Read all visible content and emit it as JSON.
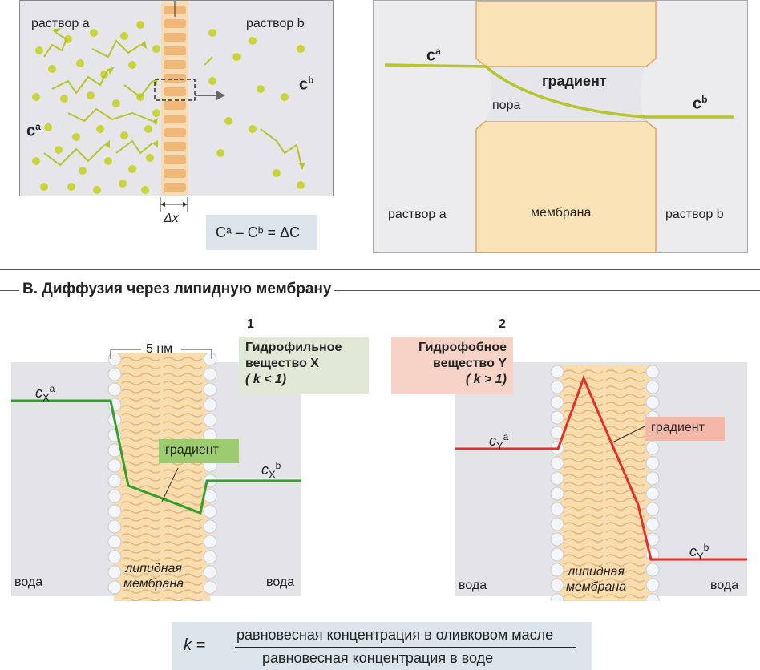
{
  "top_left": {
    "solution_a": "раствор a",
    "solution_b": "раствор b",
    "c_a": "c",
    "c_a_sup": "a",
    "c_b": "c",
    "c_b_sup": "b",
    "delta_x": "Δx",
    "formula": "Cᵃ – Cᵇ = ΔC"
  },
  "top_right": {
    "c_a": "c",
    "c_a_sup": "a",
    "c_b": "c",
    "c_b_sup": "b",
    "gradient": "градиент",
    "pore": "пора",
    "solution_a": "раствор a",
    "membrane": "мембрана",
    "solution_b": "раствор b"
  },
  "section_b": {
    "title": "B. Диффузия через липидную мембрану"
  },
  "panel1": {
    "number": "1",
    "box_line1": "Гидрофильное",
    "box_line2": "вещество X",
    "box_line3": "( k < 1)",
    "thickness": "5 нм",
    "c_label": "c",
    "c_sub": "X",
    "c_a_sup": "a",
    "c_b_sup": "b",
    "gradient": "градиент",
    "water_left": "вода",
    "water_right": "вода",
    "membrane_line1": "липидная",
    "membrane_line2": "мембрана"
  },
  "panel2": {
    "number": "2",
    "box_line1": "Гидрофобное",
    "box_line2": "вещество Y",
    "box_line3": "( k > 1)",
    "c_label": "c",
    "c_sub": "Y",
    "c_a_sup": "a",
    "c_b_sup": "b",
    "gradient": "градиент",
    "water_left": "вода",
    "water_right": "вода",
    "membrane_line1": "липидная",
    "membrane_line2": "мембрана"
  },
  "formula_k": {
    "k": "k =",
    "numerator": "равновесная концентрация в оливковом масле",
    "denominator": "равновесная концентрация в воде"
  },
  "colors": {
    "panel_bg": "#e6e6ea",
    "membrane_orange": "#f2c68f",
    "membrane_light": "#fbe3b8",
    "particle_green": "#c9d43a",
    "green_line": "#33a02c",
    "red_line": "#e0302a",
    "hydrophilic_box": "#dfe8d0",
    "hydrophobic_box": "#f6d2c6"
  }
}
